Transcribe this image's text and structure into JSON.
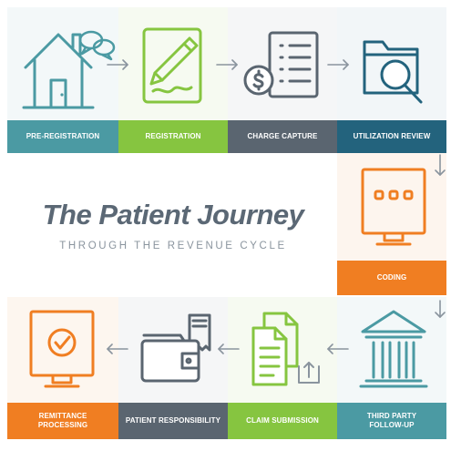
{
  "title": "The Patient Journey",
  "subtitle": "THROUGH THE REVENUE CYCLE",
  "colors": {
    "teal": "#4b9aa3",
    "green": "#86c540",
    "slate": "#5a6570",
    "navy": "#23637d",
    "orange": "#f07e22"
  },
  "steps": [
    {
      "label": "PRE-REGISTRATION",
      "icon": "house-icon",
      "color": "teal"
    },
    {
      "label": "REGISTRATION",
      "icon": "pen-form-icon",
      "color": "green"
    },
    {
      "label": "CHARGE CAPTURE",
      "icon": "checklist-coin-icon",
      "color": "slate"
    },
    {
      "label": "UTILIZATION REVIEW",
      "icon": "folder-magnifier-icon",
      "color": "navy"
    },
    {
      "label": "CODING",
      "icon": "monitor-code-icon",
      "color": "orange"
    },
    {
      "label": "THIRD PARTY FOLLOW-UP",
      "label_lines": [
        "THIRD PARTY",
        "FOLLOW-UP"
      ],
      "icon": "bank-icon",
      "color": "teal"
    },
    {
      "label": "CLAIM SUBMISSION",
      "icon": "documents-upload-icon",
      "color": "green"
    },
    {
      "label": "PATIENT RESPONSIBILITY",
      "icon": "wallet-receipt-icon",
      "color": "slate"
    },
    {
      "label": "REMITTANCE PROCESSING",
      "label_lines": [
        "REMITTANCE",
        "PROCESSING"
      ],
      "icon": "monitor-check-icon",
      "color": "orange"
    }
  ]
}
